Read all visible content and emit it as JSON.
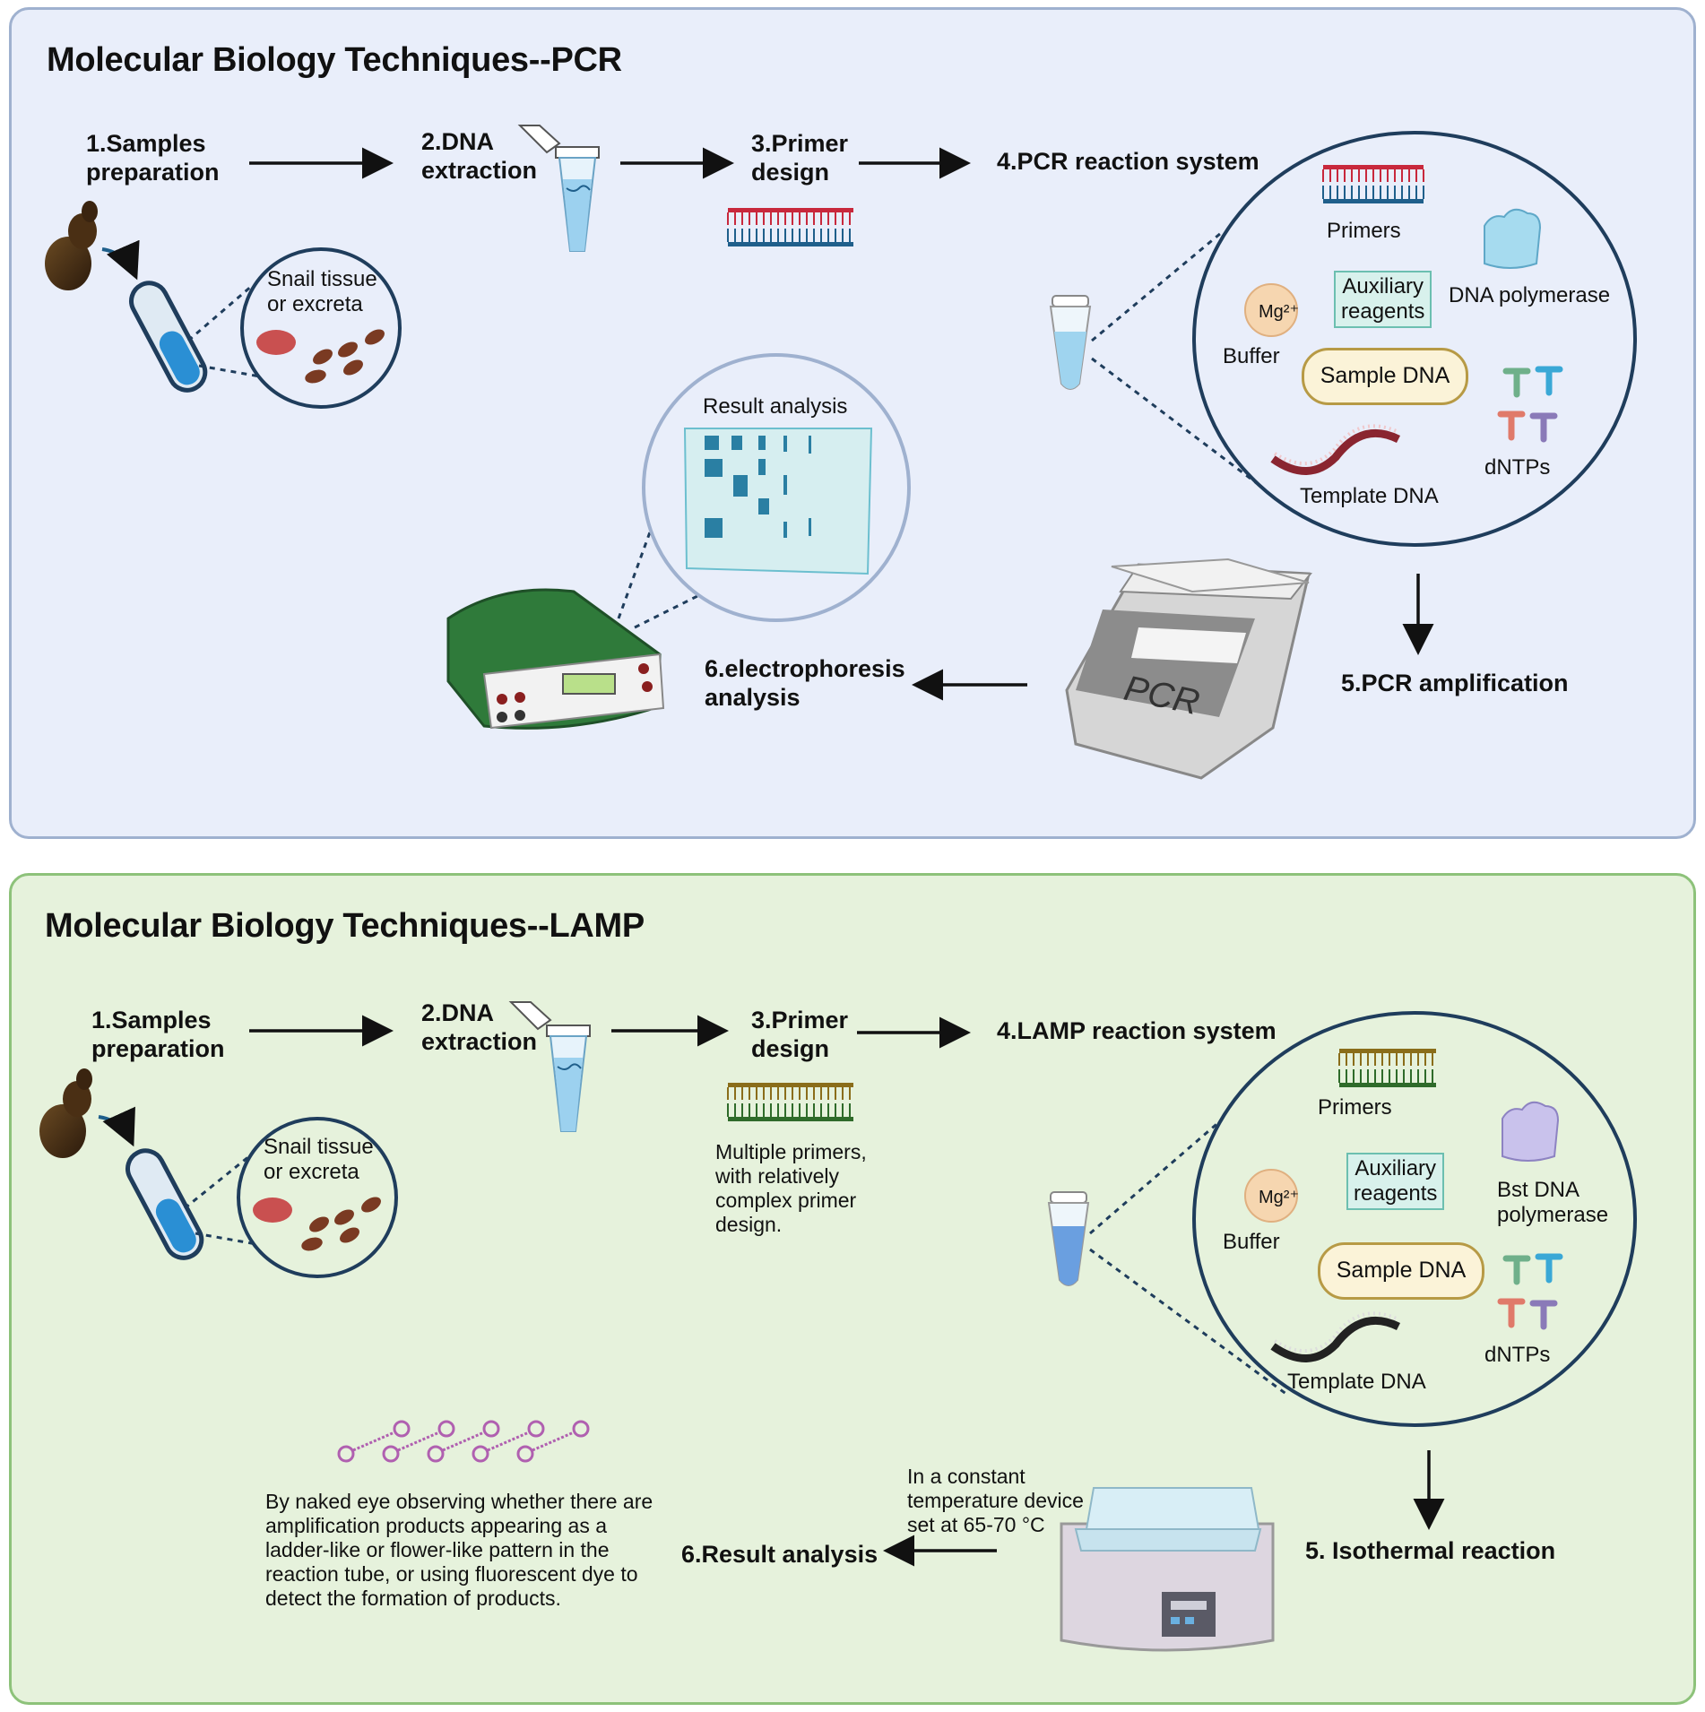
{
  "pcr": {
    "title": "Molecular Biology Techniques--PCR",
    "step1": "1.Samples\npreparation",
    "step2": "2.DNA\nextraction",
    "step3": "3.Primer\ndesign",
    "step4": "4.PCR reaction system",
    "step5": "5.PCR amplification",
    "step6": "6.electrophoresis\nanalysis",
    "sample_label": "Snail tissue\nor excreta",
    "primers": "Primers",
    "polymerase": "DNA polymerase",
    "mg": "Mg²⁺",
    "buffer": "Buffer",
    "auxiliary": "Auxiliary\nreagents",
    "sample_dna": "Sample DNA",
    "template_dna": "Template DNA",
    "dntps": "dNTPs",
    "result_analysis": "Result analysis",
    "device_text": "PCR"
  },
  "lamp": {
    "title": "Molecular Biology Techniques--LAMP",
    "step1": "1.Samples\npreparation",
    "step2": "2.DNA\nextraction",
    "step3": "3.Primer\ndesign",
    "step4": "4.LAMP reaction system",
    "step5": "5. Isothermal reaction",
    "step6": "6.Result analysis",
    "sample_label": "Snail tissue\nor excreta",
    "primer_note": "Multiple primers,\nwith relatively\ncomplex primer\ndesign.",
    "primers": "Primers",
    "polymerase": "Bst DNA\npolymerase",
    "mg": "Mg²⁺",
    "buffer": "Buffer",
    "auxiliary": "Auxiliary\nreagents",
    "sample_dna": "Sample DNA",
    "template_dna": "Template DNA",
    "dntps": "dNTPs",
    "device_note": "In a constant\ntemperature device\nset at 65-70 °C",
    "result_note": "By naked eye observing whether there are\namplification products appearing as a\nladder-like or flower-like pattern in the\nreaction tube, or using fluorescent dye to\ndetect the formation of products."
  },
  "colors": {
    "pcr_bg": "#e9eefa",
    "lamp_bg": "#e6f2dc",
    "circle_stroke": "#1f3d5c",
    "primer_red": "#c8283c",
    "primer_blue": "#1f5f8b",
    "primer_olive": "#8a6d1a",
    "primer_green": "#2f6b2a"
  }
}
